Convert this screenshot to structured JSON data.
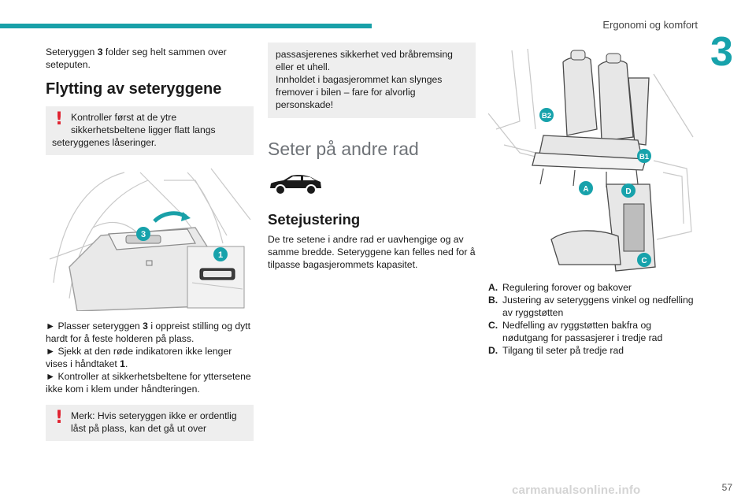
{
  "header": {
    "title": "Ergonomi og komfort",
    "chapter_number": "3",
    "page_number": "57"
  },
  "watermark": "carmanualsonline.info",
  "col1": {
    "intro_prefix": "Seteryggen ",
    "intro_bold": "3",
    "intro_suffix": " folder seg helt sammen over seteputen.",
    "heading": "Flytting av seteryggene",
    "warning1_line1": "Kontroller først at de ytre",
    "warning1_line2": "sikkerhetsbeltene ligger flatt langs",
    "warning1_line3": "seteryggenes låseringer.",
    "figure_badges": [
      "3",
      "1"
    ],
    "bullet1_prefix": "► Plasser seteryggen ",
    "bullet1_bold": "3",
    "bullet1_suffix": " i oppreist stilling og dytt hardt for å feste holderen på plass.",
    "bullet2_prefix": "► Sjekk at den røde indikatoren ikke lenger vises i håndtaket ",
    "bullet2_bold": "1",
    "bullet2_suffix": ".",
    "bullet3": "► Kontroller at sikkerhetsbeltene for yttersetene ikke kom i klem under håndteringen.",
    "warning2_line1": "Merk: Hvis seteryggen ikke er ordentlig",
    "warning2_line2": "låst på plass, kan det gå ut over"
  },
  "col2": {
    "box_text": "passasjerenes sikkerhet ved bråbremsing eller et uhell.\nInnholdet i bagasjerommet kan slynges fremover i bilen – fare for alvorlig personskade!",
    "heading": "Seter på andre rad",
    "car_icon": "car-icon",
    "subheading": "Setejustering",
    "paragraph": "De tre setene i andre rad er uavhengige og av samme bredde. Seteryggene kan felles ned for å tilpasse bagasjerommets kapasitet."
  },
  "col3": {
    "figure_badges": [
      "B2",
      "B1",
      "A",
      "D",
      "C"
    ],
    "legend": [
      {
        "key": "A.",
        "text": "Regulering forover og bakover"
      },
      {
        "key": "B.",
        "text": "Justering av seteryggens vinkel og nedfelling av ryggstøtten"
      },
      {
        "key": "C.",
        "text": "Nedfelling av ryggstøtten bakfra og nødutgang for passasjerer i tredje rad"
      },
      {
        "key": "D.",
        "text": "Tilgang til seter på tredje rad"
      }
    ]
  },
  "colors": {
    "accent": "#19a0a8",
    "warning": "#e0212f",
    "box_bg": "#eeeeee"
  }
}
